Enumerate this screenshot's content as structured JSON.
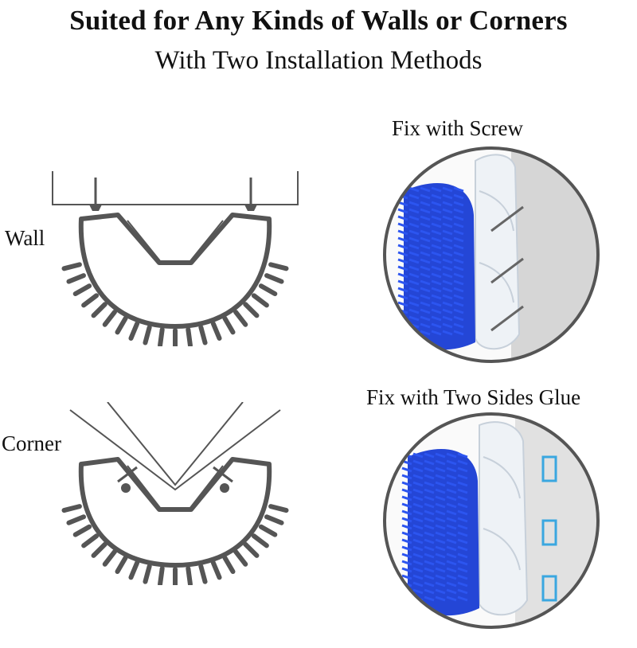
{
  "header": {
    "title": "Suited for Any Kinds of Walls or Corners",
    "subtitle": "With Two Installation Methods"
  },
  "diagrams": {
    "wall_label": "Wall",
    "corner_label": "Corner"
  },
  "methods": {
    "screw_label": "Fix with Screw",
    "glue_label": "Fix with Two Sides Glue"
  },
  "colors": {
    "brush_blue": "#2446d6",
    "line_gray": "#555555",
    "photo_border": "#555555"
  }
}
